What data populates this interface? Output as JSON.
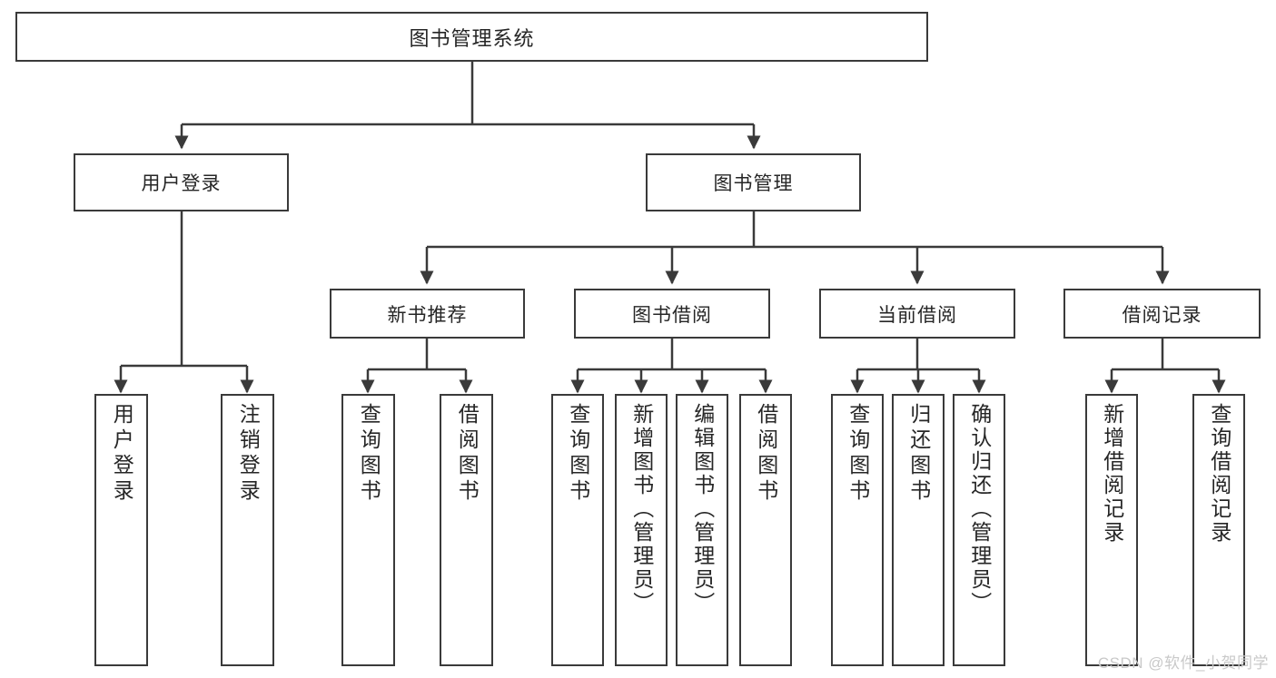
{
  "diagram": {
    "title": "图书管理系统",
    "type": "hierarchy-tree",
    "root": {
      "label": "图书管理系统"
    },
    "level2": [
      {
        "label": "用户登录"
      },
      {
        "label": "图书管理"
      }
    ],
    "level3": [
      {
        "label": "新书推荐"
      },
      {
        "label": "图书借阅"
      },
      {
        "label": "当前借阅"
      },
      {
        "label": "借阅记录"
      }
    ],
    "leaves": {
      "user_login": [
        {
          "label": "用户登录"
        },
        {
          "label": "注销登录"
        }
      ],
      "new_book_recommend": [
        {
          "label": "查询图书"
        },
        {
          "label": "借阅图书"
        }
      ],
      "book_borrow": [
        {
          "label": "查询图书"
        },
        {
          "label": "新增图书（管理员）"
        },
        {
          "label": "编辑图书（管理员）"
        },
        {
          "label": "借阅图书"
        }
      ],
      "current_borrow": [
        {
          "label": "查询图书"
        },
        {
          "label": "归还图书"
        },
        {
          "label": "确认归还（管理员）"
        }
      ],
      "borrow_record": [
        {
          "label": "新增借阅记录"
        },
        {
          "label": "查询借阅记录"
        }
      ]
    }
  },
  "watermark": {
    "text": "CSDN @软件_小贺同学"
  },
  "colors": {
    "stroke": "#3a3a3a",
    "text": "#262626",
    "background": "#ffffff",
    "watermark": "#c9c9c9"
  }
}
